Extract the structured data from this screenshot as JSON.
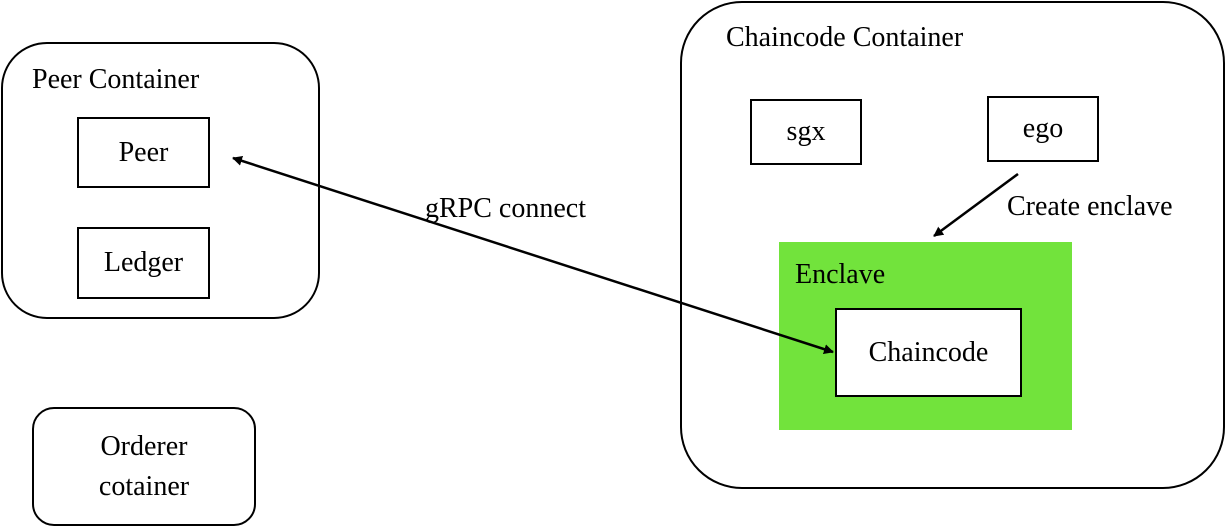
{
  "peer_container": {
    "title": "Peer Container",
    "peer_label": "Peer",
    "ledger_label": "Ledger"
  },
  "orderer_container": {
    "label": "Orderer\ncotainer"
  },
  "chaincode_container": {
    "title": "Chaincode Container",
    "sgx_label": "sgx",
    "ego_label": "ego",
    "enclave": {
      "title": "Enclave",
      "chaincode_label": "Chaincode",
      "color": "#72e33c"
    }
  },
  "connections": {
    "grpc_label": "gRPC connect",
    "create_enclave_label": "Create enclave"
  }
}
